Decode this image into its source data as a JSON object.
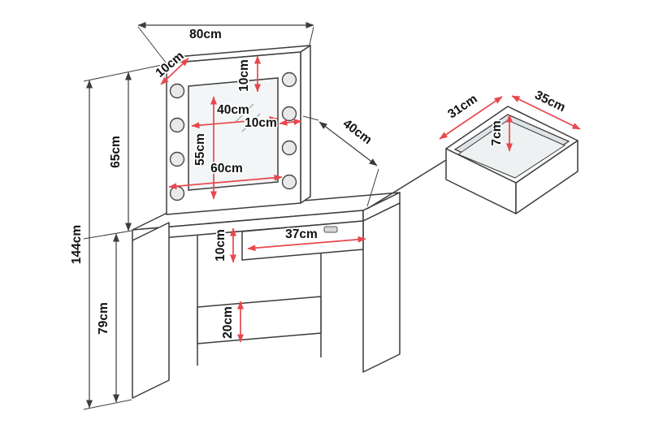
{
  "diagram": {
    "type": "furniture-dimension-drawing",
    "subject": "dressing-table-with-lighted-mirror-and-drawer",
    "unit": "cm",
    "colors": {
      "dimension_red": "#e8474d",
      "outline_black": "#3c3c3c",
      "label_color": "#121212",
      "background": "#ffffff"
    },
    "labels": {
      "mirror_frame_width": "80cm",
      "frame_border_left": "10cm",
      "frame_border_top": "10cm",
      "mirror_glass_width": "40cm",
      "frame_border_right": "10cm",
      "mirror_glass_height": "55cm",
      "mirror_inner_width": "60cm",
      "mirror_section_height": "65cm",
      "total_height": "144cm",
      "desk_height": "79cm",
      "desk_depth": "40cm",
      "drawer_front_height": "10cm",
      "drawer_front_width": "37cm",
      "apron_height": "20cm",
      "drawer_box_depth": "31cm",
      "drawer_box_width": "35cm",
      "drawer_box_inner_height": "7cm"
    }
  }
}
